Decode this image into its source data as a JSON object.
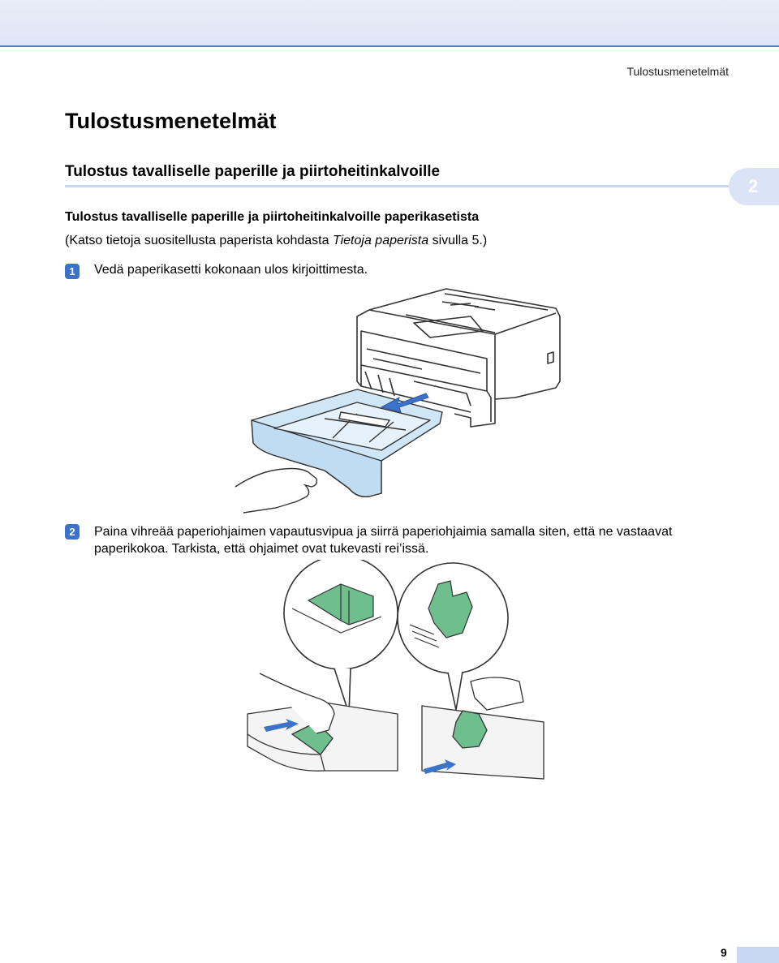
{
  "header": {
    "running_title": "Tulostusmenetelmät"
  },
  "page": {
    "title": "Tulostusmenetelmät",
    "section_title": "Tulostus tavalliselle paperille ja piirtoheitinkalvoille",
    "chapter_number": "2",
    "subsection_title": "Tulostus tavalliselle paperille ja piirtoheitinkalvoille paperikasetista",
    "note": {
      "prefix": "(Katso tietoja suositellusta paperista kohdasta ",
      "link": "Tietoja paperista",
      "suffix": " sivulla 5.)"
    },
    "steps": [
      {
        "marker": "1",
        "text": "Vedä paperikasetti kokonaan ulos kirjoittimesta."
      },
      {
        "marker": "2",
        "text": "Paina vihreää paperiohjaimen vapautusvipua ja siirrä paperiohjaimia samalla siten, että ne vastaavat paperikokoa. Tarkista, että ohjaimet ovat tukevasti rei’issä."
      }
    ],
    "page_number": "9"
  },
  "colors": {
    "accent": "#3c72c8",
    "tray_blue": "#cfe6f7",
    "guide_green": "#6fbf8e"
  }
}
